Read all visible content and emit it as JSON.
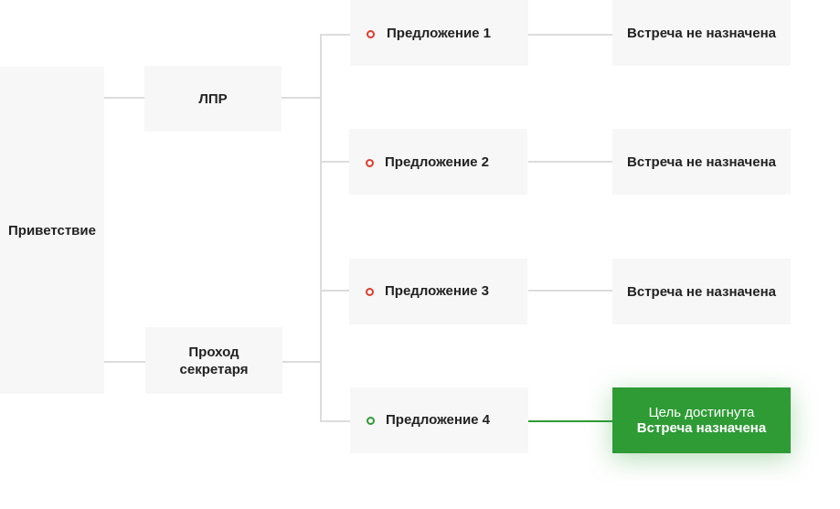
{
  "nodes": {
    "greeting": "Приветствие",
    "lpr": "ЛПР",
    "secretary": "Проход секретаря",
    "offers": [
      "Предложение 1",
      "Предложение 2",
      "Предложение 3",
      "Предложение 4"
    ],
    "results": [
      "Встреча не назначена",
      "Встреча не назначена",
      "Встреча не назначена"
    ],
    "goal": {
      "line1": "Цель достигнута",
      "line2": "Встреча назначена"
    }
  },
  "colors": {
    "box": "#f7f7f7",
    "connector": "#dcdcdc",
    "success": "#2e9b35",
    "marker_red": "#e03b2c"
  }
}
